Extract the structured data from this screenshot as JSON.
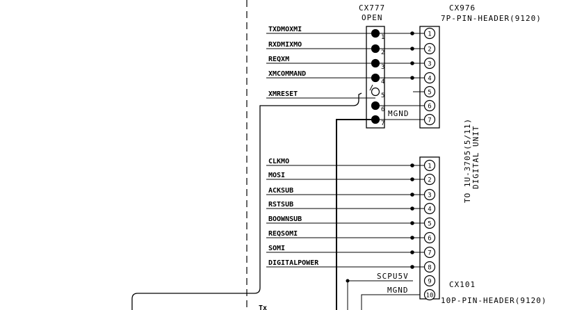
{
  "cx777": {
    "ref": "CX777",
    "note": "OPEN",
    "pins": [
      "1",
      "2",
      "3",
      "4",
      "5",
      "6",
      "7"
    ],
    "mgnd_label": "MGND"
  },
  "cx976": {
    "ref": "CX976",
    "type": "7P-PIN-HEADER(9120)",
    "pins": [
      "1",
      "2",
      "3",
      "4",
      "5",
      "6",
      "7"
    ]
  },
  "cx101": {
    "ref": "CX101",
    "type": "10P-PIN-HEADER(9120)",
    "pins": [
      "1",
      "2",
      "3",
      "4",
      "5",
      "6",
      "7",
      "8",
      "9",
      "10"
    ]
  },
  "upper_signals": [
    "TXDMOXMI",
    "RXDMIXMO",
    "REQXM",
    "XMCOMMAND",
    "XMRESET"
  ],
  "lower_signals": [
    "CLKMO",
    "MOSI",
    "ACKSUB",
    "RSTSUB",
    "BOOWNSUB",
    "REQSOMI",
    "SOMI",
    "DIGITALPOWER"
  ],
  "power_labels": {
    "scpu": "SCPU5V",
    "mgnd": "MGND"
  },
  "destination": {
    "line1": "TO 1U-3705(5/11)",
    "line2": "DIGITAL UNIT"
  },
  "bottom_cut_text": "Tx"
}
